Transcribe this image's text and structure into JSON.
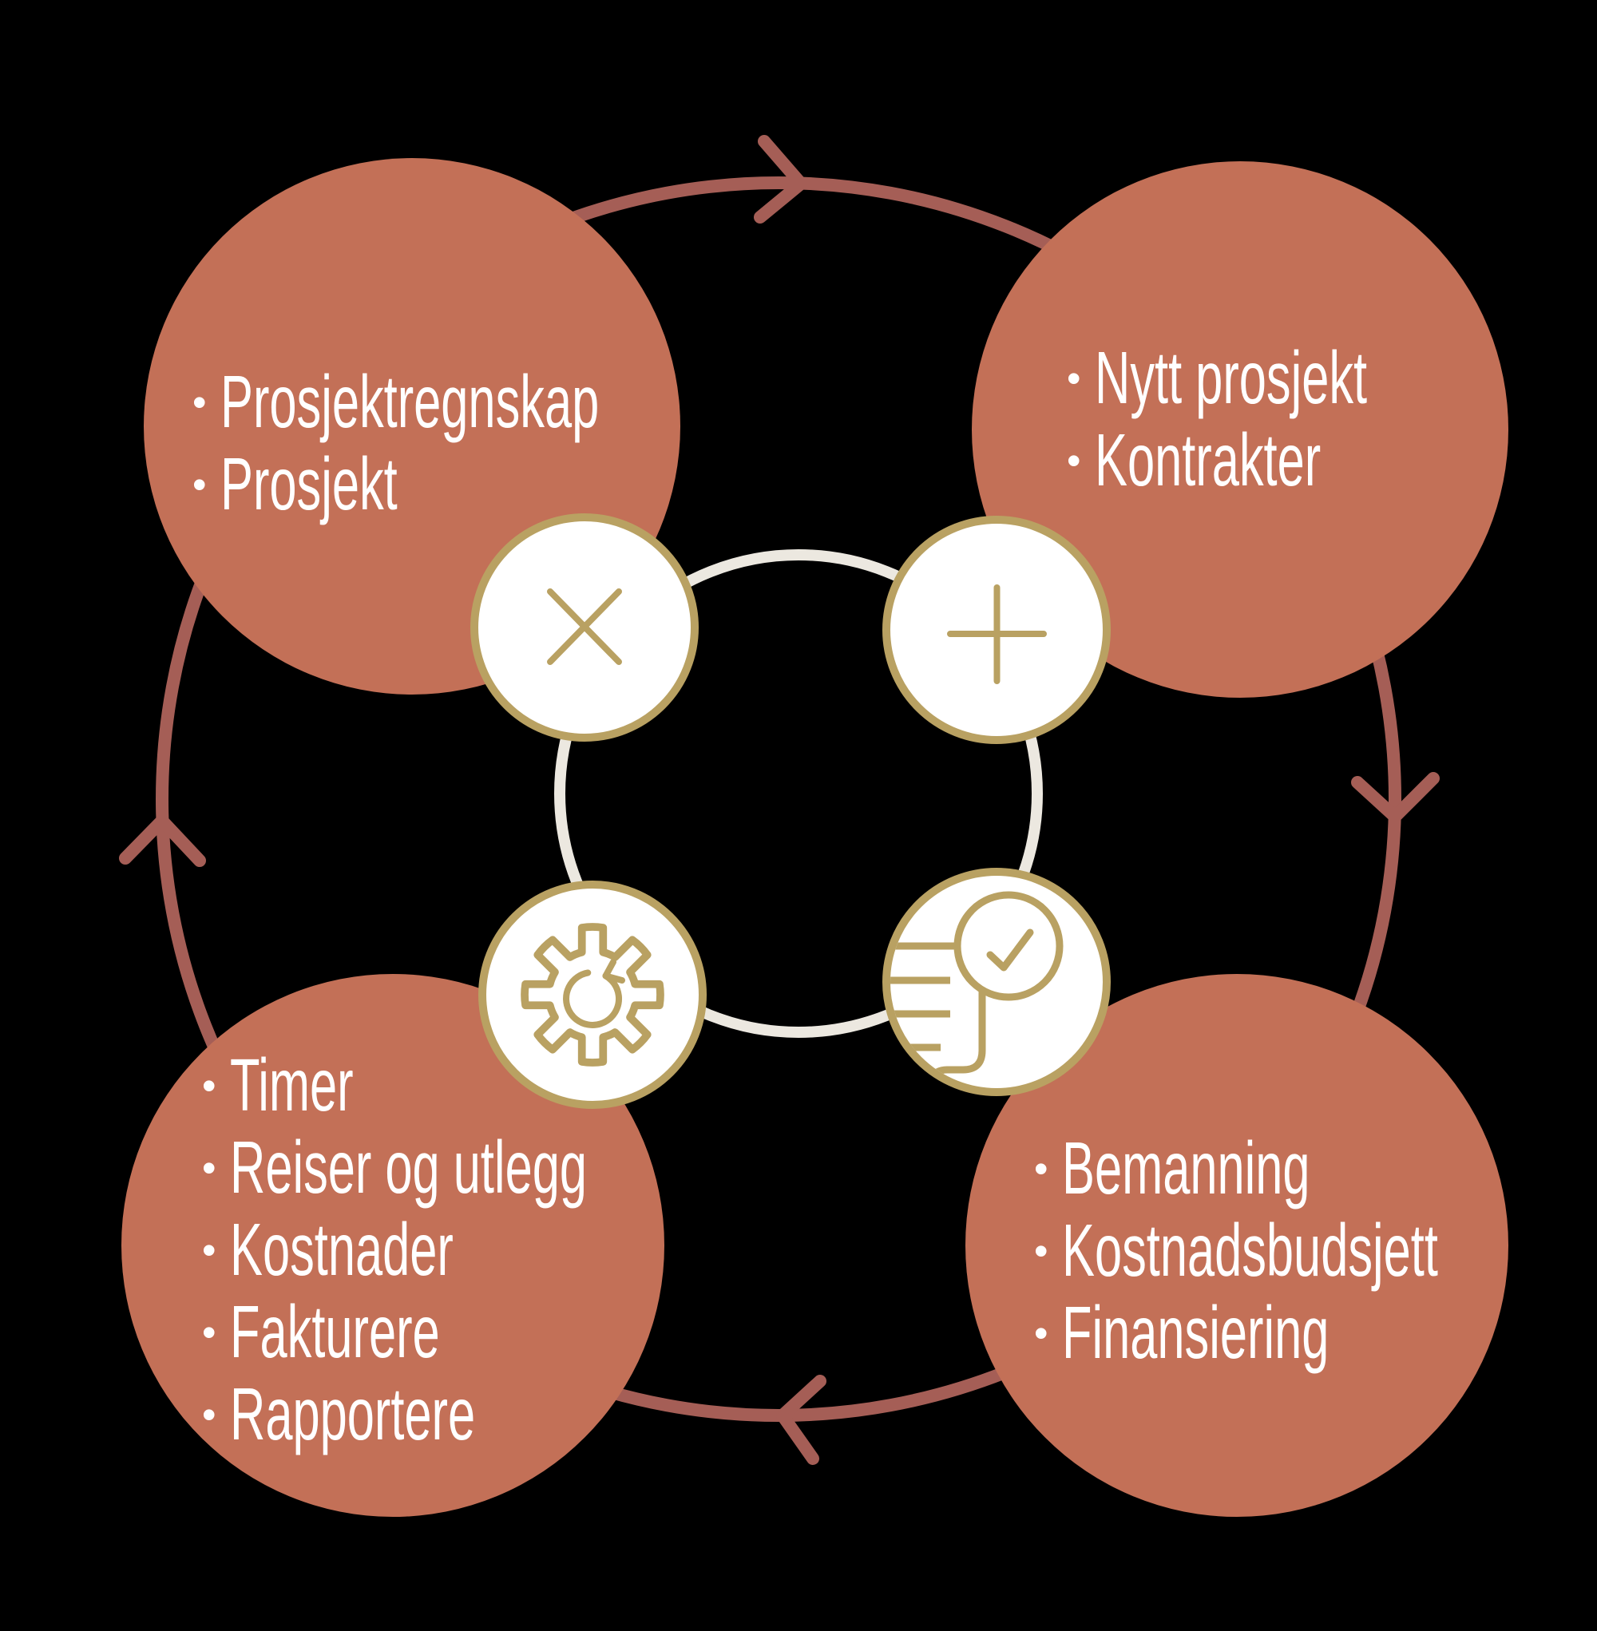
{
  "title": "Project lifecycle circular process diagram",
  "bullet": "•",
  "palette": {
    "background": "#000000",
    "stage_circle": "#C37057",
    "cycle_ring": "#A55E56",
    "gold": "#B9A162",
    "inner_ring": "#ECE8E0",
    "icon_circle_fill": "#FFFFFF",
    "text": "#FFFFFF"
  },
  "panels": {
    "top_left": {
      "items": [
        "Prosjektregnskap",
        "Prosjekt"
      ]
    },
    "top_right": {
      "items": [
        "Nytt prosjekt",
        "Kontrakter"
      ]
    },
    "bottom_left": {
      "items": [
        "Timer",
        "Reiser og utlegg",
        "Kostnader",
        "Fakturere",
        "Rapportere"
      ]
    },
    "bottom_right": {
      "items": [
        "Bemanning",
        "Kostnadsbudsjett",
        "Finansiering"
      ]
    }
  },
  "icons": {
    "top_left": "close-icon",
    "top_right": "plus-icon",
    "bottom_left": "gear-refresh-icon",
    "bottom_right": "document-check-icon"
  },
  "cycle_direction": "clockwise"
}
